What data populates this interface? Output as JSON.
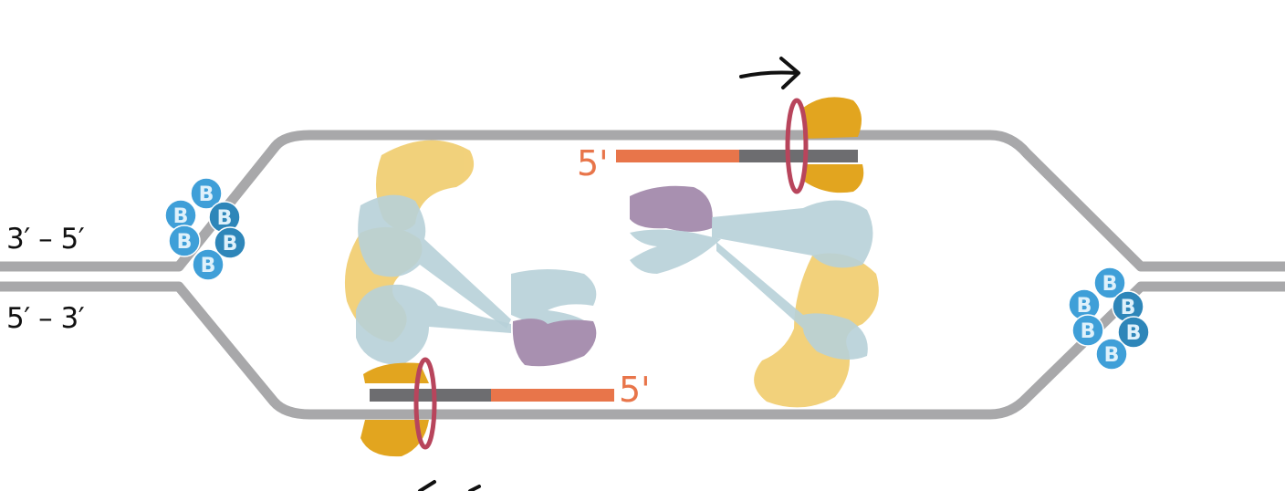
{
  "strand_labels": {
    "top": "3′ – 5′",
    "bottom": "5′ – 3′"
  },
  "primer_labels": {
    "top": "5'",
    "bottom": "5'"
  },
  "binding_protein_letter": "B",
  "colors": {
    "dna_strand": "#a8a8aa",
    "primer_rna": "#e8754a",
    "new_dna": "#6d6d70",
    "polymerase": "#e2a51f",
    "polymerase_faded": "#f1cf74",
    "clamp_ring": "#b8455c",
    "helicase_body": "#b7d0d8",
    "primase": "#a890b0",
    "ssb_protein": "#3f9fd8",
    "ssb_protein_dark": "#2e86b9",
    "arrow": "#111111"
  }
}
